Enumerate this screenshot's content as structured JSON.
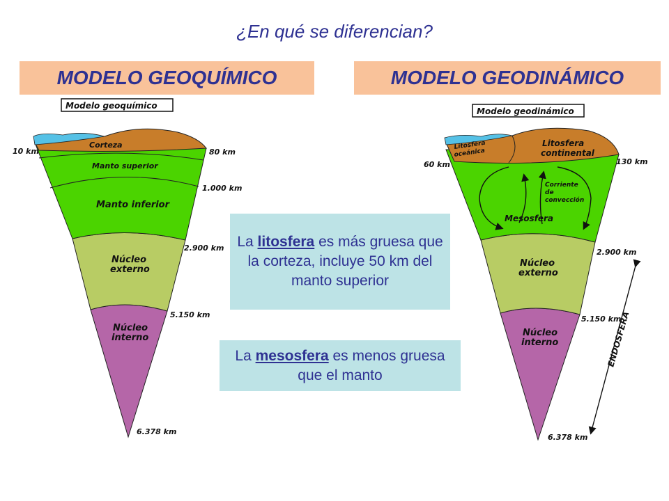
{
  "title": "¿En qué se diferencian?",
  "headers": {
    "left": "MODELO GEOQUÍMICO",
    "right": "MODELO GEODINÁMICO"
  },
  "notes": {
    "lito": {
      "pre": "La ",
      "term": "litosfera",
      "post": " es más gruesa que la corteza, incluye 50 km del manto superior"
    },
    "meso": {
      "pre": "La ",
      "term": "mesosfera",
      "post": " es menos gruesa que el manto"
    }
  },
  "left_diagram": {
    "box_label": "Modelo geoquímico",
    "layers": {
      "corteza": "Corteza",
      "manto_superior": "Manto superior",
      "manto_inferior": "Manto inferior",
      "nucleo_externo_1": "Núcleo",
      "nucleo_externo_2": "externo",
      "nucleo_interno_1": "Núcleo",
      "nucleo_interno_2": "interno"
    },
    "depths": {
      "d10": "10 km",
      "d80": "80 km",
      "d1000": "1.000 km",
      "d2900": "2.900 km",
      "d5150": "5.150 km",
      "d6378": "6.378 km"
    }
  },
  "right_diagram": {
    "box_label": "Modelo geodinámico",
    "layers": {
      "lito_oceanica_1": "Litosfera",
      "lito_oceanica_2": "oceánica",
      "lito_continental_1": "Litosfera",
      "lito_continental_2": "continental",
      "corriente_1": "Corriente",
      "corriente_2": "de",
      "corriente_3": "convección",
      "mesosfera": "Mesosfera",
      "nucleo_externo_1": "Núcleo",
      "nucleo_externo_2": "externo",
      "nucleo_interno_1": "Núcleo",
      "nucleo_interno_2": "interno",
      "endosfera": "ENDOSFERA"
    },
    "depths": {
      "d60": "60 km",
      "d130": "130 km",
      "d2900": "2.900 km",
      "d5150": "5.150 km",
      "d6378": "6.378 km"
    }
  },
  "colors": {
    "title_text": "#2e3192",
    "header_bg": "#f9c29a",
    "note_bg": "#bde3e6",
    "ocean": "#55c1e6",
    "crust": "#c87d2a",
    "mantle": "#4bd400",
    "outer_core": "#b8cc64",
    "inner_core": "#b566a8"
  }
}
